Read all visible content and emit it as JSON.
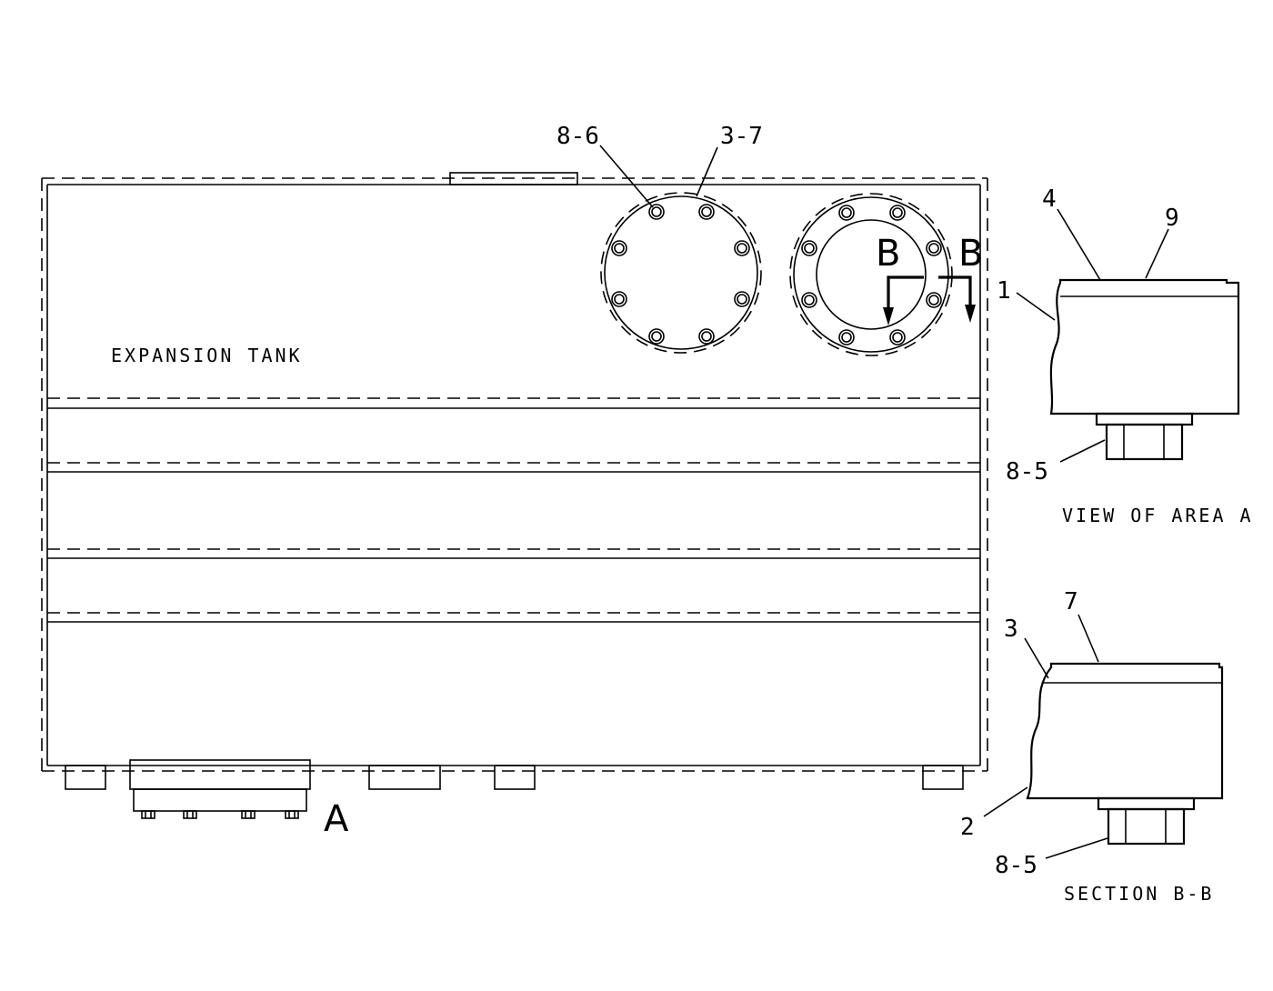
{
  "main_view": {
    "title": "EXPANSION TANK",
    "callouts": {
      "bolt": "8-6",
      "cover": "3-7",
      "area_a": "A",
      "section_b_left": "B",
      "section_b_right": "B"
    }
  },
  "detail_view_a": {
    "caption": "VIEW OF AREA A",
    "callouts": {
      "plate": "4",
      "gasket": "9",
      "body": "1",
      "plug": "8-5"
    }
  },
  "section_b_b": {
    "caption": "SECTION B-B",
    "callouts": {
      "cover": "3",
      "gasket": "7",
      "body": "2",
      "plug": "8-5"
    }
  }
}
